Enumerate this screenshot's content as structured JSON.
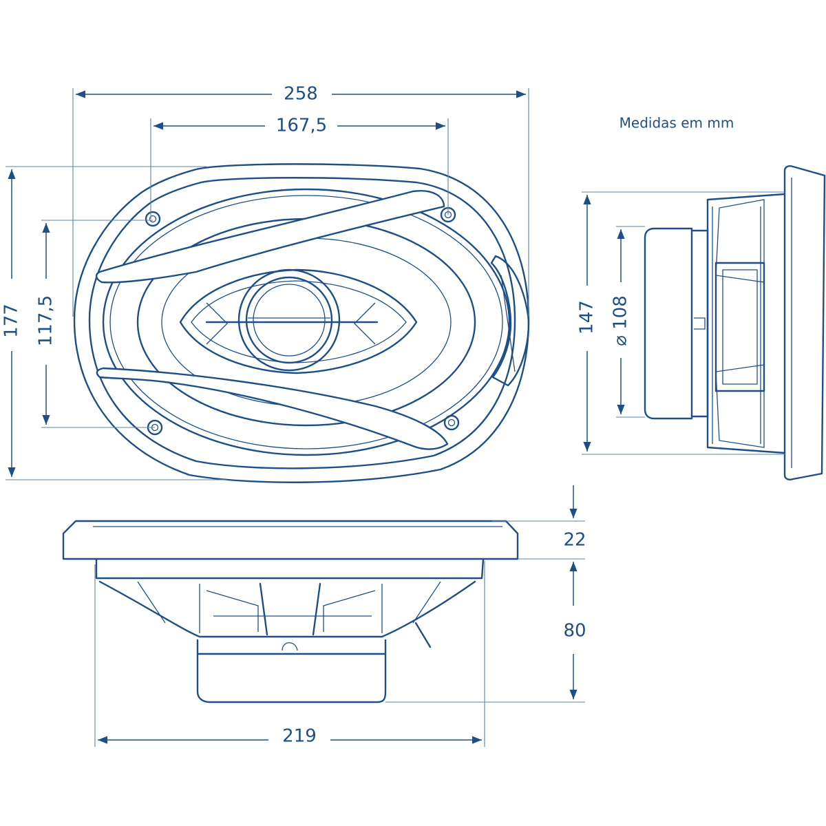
{
  "note": "Medidas em mm",
  "dimensions": {
    "overall_width": "258",
    "bolt_spacing_horizontal": "167,5",
    "overall_height": "177",
    "bolt_spacing_vertical": "117,5",
    "frame_height": "147",
    "magnet_diameter": "⌀ 108",
    "flange_depth": "22",
    "mount_depth": "80",
    "cutout_width": "219"
  },
  "colors": {
    "line": "#1d4f86",
    "background": "#ffffff"
  }
}
